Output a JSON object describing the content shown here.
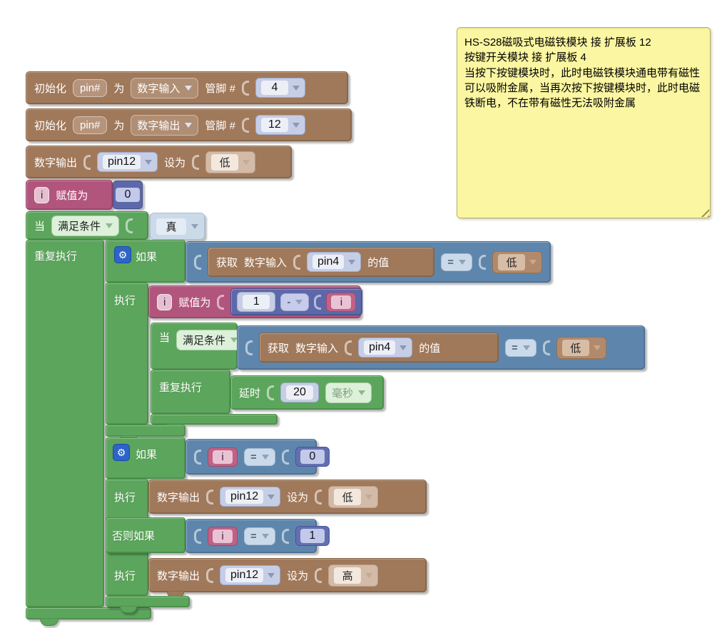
{
  "colors": {
    "workspace_bg": "#FFFFFF",
    "block_green": "#5CA55C",
    "block_brown": "#A0785A",
    "block_blue": "#5E86AC",
    "block_indigo": "#5C68A9",
    "block_pink": "#B2557C",
    "gear_blue": "#2E63C8",
    "comment_bg": "#FBF6A1",
    "comment_border": "#B8B24A"
  },
  "comment": {
    "text": "HS-S28磁吸式电磁铁模块 接 扩展板 12\n按键开关模块 接 扩展板 4\n当按下按键模块时，此时电磁铁模块通电带有磁性可以吸附金属，当再次按下按键模块时，此时电磁铁断电，不在带有磁性无法吸附金属"
  },
  "blocks": {
    "init1": {
      "kw": "初始化",
      "pin_field": "pin#",
      "as": "为",
      "mode": "数字输入",
      "pin_hash": "管脚 #",
      "num": "4"
    },
    "init2": {
      "kw": "初始化",
      "pin_field": "pin#",
      "as": "为",
      "mode": "数字输出",
      "pin_hash": "管脚 #",
      "num": "12"
    },
    "set1": {
      "kw": "数字输出",
      "pin": "pin12",
      "set": "设为",
      "val": "低"
    },
    "assign1": {
      "var": "i",
      "kw": "赋值为",
      "val": "0"
    },
    "when1": {
      "kw": "当",
      "cond": "满足条件",
      "val": "真"
    },
    "repeat1": {
      "kw": "重复执行"
    },
    "if1": {
      "kw_if": "如果",
      "kw_do": "执行"
    },
    "read1": {
      "kw_get": "获取",
      "mode": "数字输入",
      "pin": "pin4",
      "kw_val": "的值",
      "op": "=",
      "rhs": "低"
    },
    "assign2": {
      "var": "i",
      "kw": "赋值为",
      "lhs": "1",
      "op": "-",
      "rhs": "i"
    },
    "when2": {
      "kw": "当",
      "cond": "满足条件"
    },
    "read2": {
      "kw_get": "获取",
      "mode": "数字输入",
      "pin": "pin4",
      "kw_val": "的值",
      "op": "=",
      "rhs": "低"
    },
    "repeat2": {
      "kw": "重复执行"
    },
    "delay1": {
      "kw": "延时",
      "num": "20",
      "unit": "毫秒"
    },
    "if2": {
      "kw_if": "如果",
      "kw_do": "执行",
      "kw_elseif": "否则如果",
      "kw_do2": "执行"
    },
    "cmp1": {
      "lhs": "i",
      "op": "=",
      "rhs": "0"
    },
    "set2": {
      "kw": "数字输出",
      "pin": "pin12",
      "set": "设为",
      "val": "低"
    },
    "cmp2": {
      "lhs": "i",
      "op": "=",
      "rhs": "1"
    },
    "set3": {
      "kw": "数字输出",
      "pin": "pin12",
      "set": "设为",
      "val": "高"
    }
  }
}
